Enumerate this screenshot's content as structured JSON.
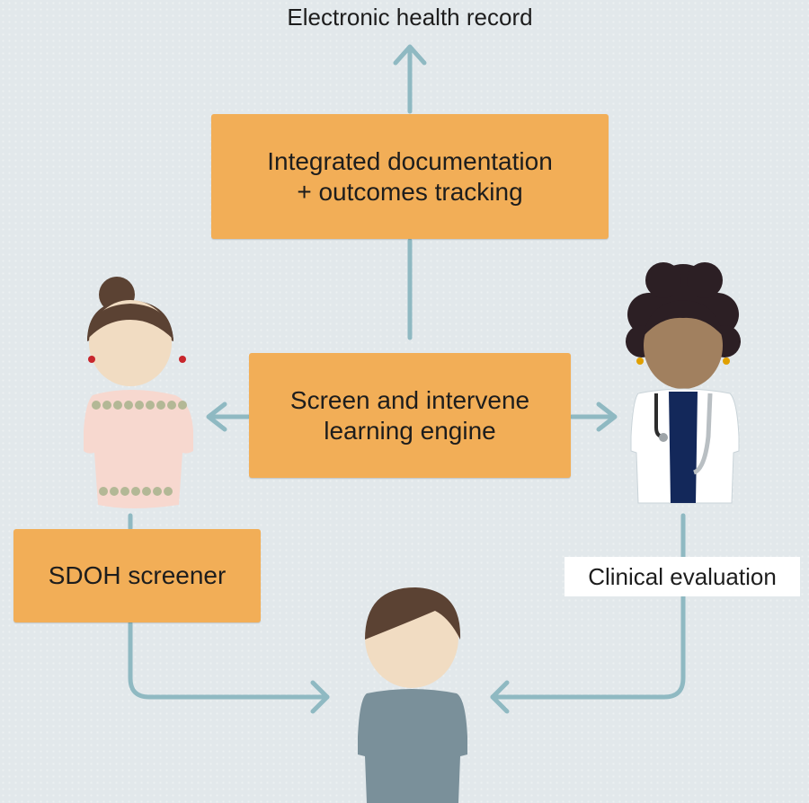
{
  "diagram": {
    "top_label": "Electronic health record",
    "boxes": {
      "documentation": {
        "line1": "Integrated documentation",
        "line2": "+ outcomes tracking"
      },
      "engine": {
        "line1": "Screen and intervene",
        "line2": "learning engine"
      },
      "screener": {
        "text": "SDOH screener"
      }
    },
    "evaluation_label": "Clinical evaluation",
    "colors": {
      "background": "#e2e8eb",
      "box_fill": "#f2ae57",
      "connector": "#8fb9c2",
      "patient_shirt": "#7a909a",
      "doctor_skin": "#a1805f",
      "screener_blouse": "#f7d8cf"
    },
    "figures": [
      "screener-person",
      "doctor",
      "patient"
    ]
  }
}
